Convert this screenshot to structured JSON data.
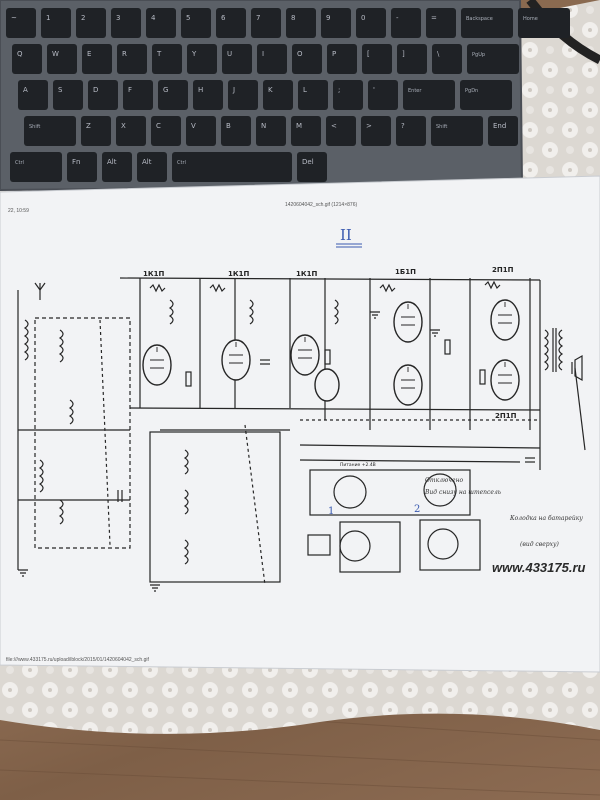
{
  "keyboard": {
    "row1": [
      "~",
      "1",
      "2",
      "3",
      "4",
      "5",
      "6",
      "7",
      "8",
      "9",
      "0",
      "-",
      "=",
      "Backspace",
      "Home"
    ],
    "row2": [
      "Q",
      "W",
      "E",
      "R",
      "T",
      "Y",
      "U",
      "I",
      "O",
      "P",
      "[",
      "]",
      "\\",
      "PgUp"
    ],
    "row3": [
      "A",
      "S",
      "D",
      "F",
      "G",
      "H",
      "J",
      "K",
      "L",
      ";",
      "'",
      "Enter",
      "PgDn"
    ],
    "row4": [
      "Shift",
      "Z",
      "X",
      "C",
      "V",
      "B",
      "N",
      "M",
      "<",
      ">",
      "?",
      "Shift",
      "End"
    ],
    "row5": [
      "Ctrl",
      "Fn",
      "Alt",
      "Alt",
      "Ctrl",
      "Del"
    ]
  },
  "paper": {
    "header_left": "22, 10:59",
    "header_center": "1420604042_sch.gif (1214×876)",
    "footer_url": "file:///www.433175.ru/upload/iblock/2015/01/1420604042_sch.gif",
    "handwritten_numeral": "II",
    "tube_labels": [
      "1К1П",
      "1К1П",
      "1К1П",
      "1Б1П",
      "2П1П",
      "2П1П"
    ],
    "bottom_marks": [
      "1",
      "2"
    ],
    "annotations": [
      "Питание +2.4В",
      "Вид снизу на штепсель",
      "Колодка на батарейку",
      "(вид сверху)",
      "Отключено"
    ],
    "watermark": "www.433175.ru"
  },
  "colors": {
    "keyboard_base": "#5b6067",
    "key": "#1f2226",
    "paper": "#f2f3f5",
    "lace": "#e9e6e2",
    "wood": "#8a6a50",
    "ink": "#262626",
    "pen_blue": "#3a5ab0"
  }
}
